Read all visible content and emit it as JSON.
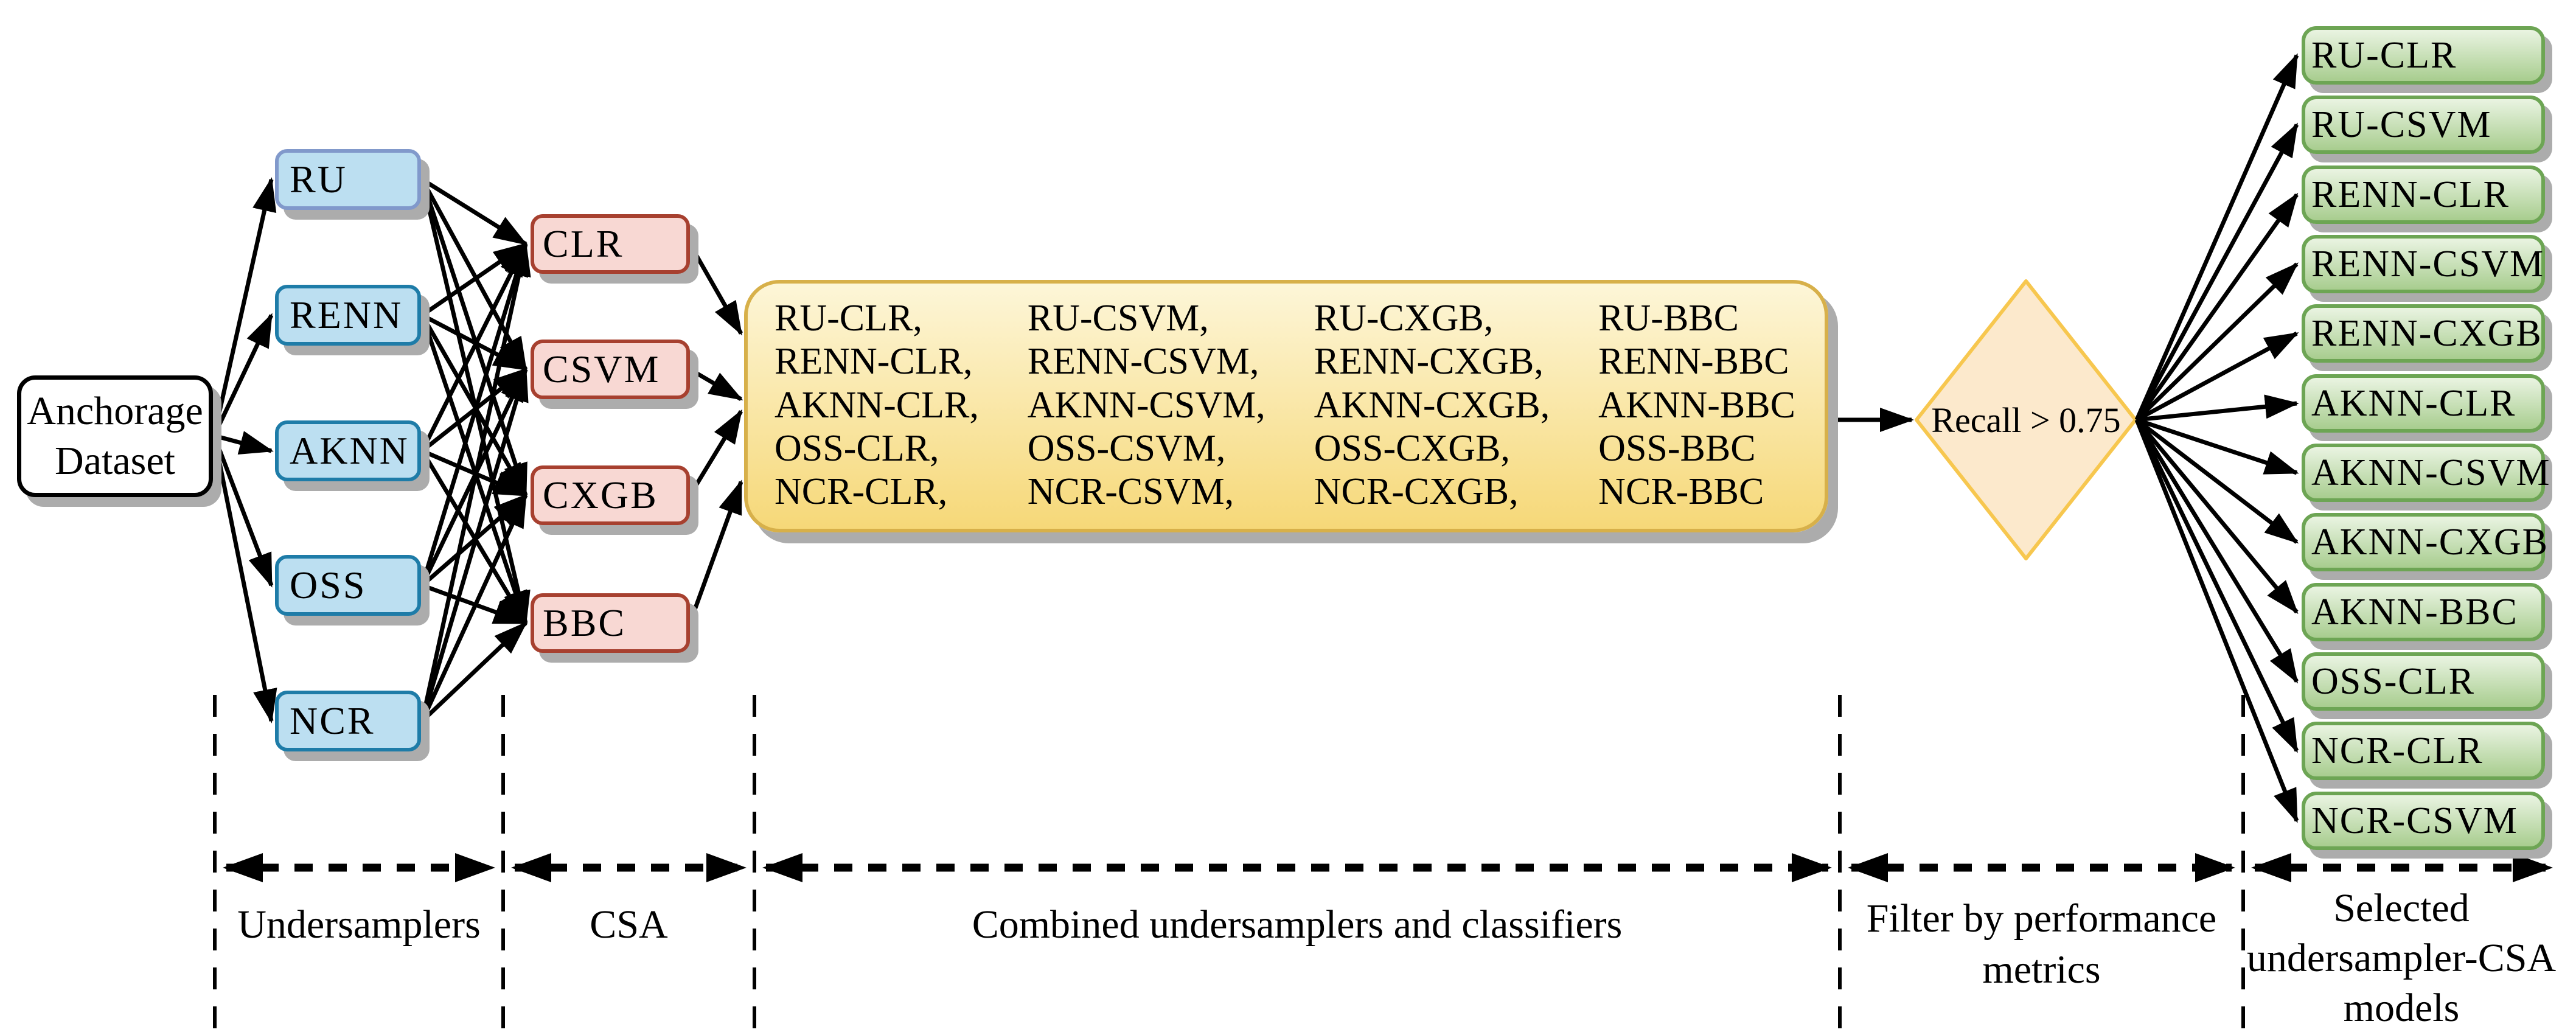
{
  "dataset_label": "Anchorage\nDataset",
  "undersamplers": [
    "RU",
    "RENN",
    "AKNN",
    "OSS",
    "NCR"
  ],
  "csa": [
    "CLR",
    "CSVM",
    "CXGB",
    "BBC"
  ],
  "combined": {
    "columns": [
      [
        "RU-CLR,",
        "RENN-CLR,",
        "AKNN-CLR,",
        "OSS-CLR,",
        "NCR-CLR,"
      ],
      [
        "RU-CSVM,",
        "RENN-CSVM,",
        "AKNN-CSVM,",
        "OSS-CSVM,",
        "NCR-CSVM,"
      ],
      [
        "RU-CXGB,",
        "RENN-CXGB,",
        "AKNN-CXGB,",
        "OSS-CXGB,",
        "NCR-CXGB,"
      ],
      [
        "RU-BBC",
        "RENN-BBC",
        "AKNN-BBC",
        "OSS-BBC",
        "NCR-BBC"
      ]
    ]
  },
  "diamond_label": "Recall > 0.75",
  "selected": [
    "RU-CLR",
    "RU-CSVM",
    "RENN-CLR",
    "RENN-CSVM",
    "RENN-CXGB",
    "AKNN-CLR",
    "AKNN-CSVM",
    "AKNN-CXGB",
    "AKNN-BBC",
    "OSS-CLR",
    "NCR-CLR",
    "NCR-CSVM"
  ],
  "stages": [
    "Undersamplers",
    "CSA",
    "Combined undersamplers and classifiers",
    "Filter by performance\nmetrics",
    "Selected\nundersampler-CSA\nmodels"
  ],
  "colors": {
    "undersampler_fill": "#bcdff1",
    "undersampler_border": "#1e7ca8",
    "undersampler_first_border": "#8199cb",
    "csa_fill": "#f8d8d3",
    "csa_border": "#a7402f",
    "combined_fill_top": "#fdf6d8",
    "combined_fill_bottom": "#f6d878",
    "combined_border": "#d7b04a",
    "diamond_fill": "#fce9cc",
    "diamond_border": "#f7c74f",
    "selected_fill_top": "#eaf4e2",
    "selected_fill_bottom": "#a8cd8f",
    "selected_border": "#6da554",
    "shadow": "#acacac",
    "line": "#000000"
  }
}
